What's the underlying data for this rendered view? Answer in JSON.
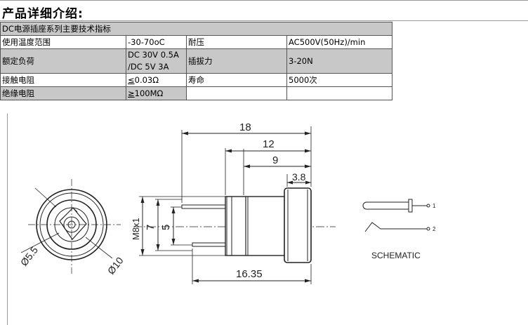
{
  "heading": "产品详细介绍:",
  "table": {
    "title": "DC电源插座系列主要技术指标",
    "rows": [
      {
        "label1": "使用温度范围",
        "value1_line1": "-30-70oC",
        "value1_line2": "",
        "label2": "耐压",
        "value2": "AC500V(50Hz)/min"
      },
      {
        "label1": "额定负荷",
        "value1_line1": "DC 30V 0.5A",
        "value1_line2": "/DC 5V 3A",
        "label2": "插拔力",
        "value2": "3-20N"
      },
      {
        "label1": "接触电阻",
        "value1_prefix": "≤",
        "value1_line1": "0.03Ω",
        "value1_line2": "",
        "label2": "寿命",
        "value2": "5000次"
      },
      {
        "label1": "绝缘电阻",
        "value1_prefix": "≥",
        "value1_line1": "100MΩ",
        "value1_line2": "",
        "label2": "",
        "value2": ""
      }
    ]
  },
  "drawing": {
    "dim_18": "18",
    "dim_12": "12",
    "dim_9": "9",
    "dim_3_8": "3.8",
    "dim_m8x1": "M8x1",
    "dim_7": "7",
    "dim_5": "5",
    "dim_16_35": "16.35",
    "dim_phi5_5": "Ø5.5",
    "dim_phi10": "Ø10",
    "schematic_label": "SCHEMATIC",
    "pin1": "1",
    "pin2": "2"
  }
}
